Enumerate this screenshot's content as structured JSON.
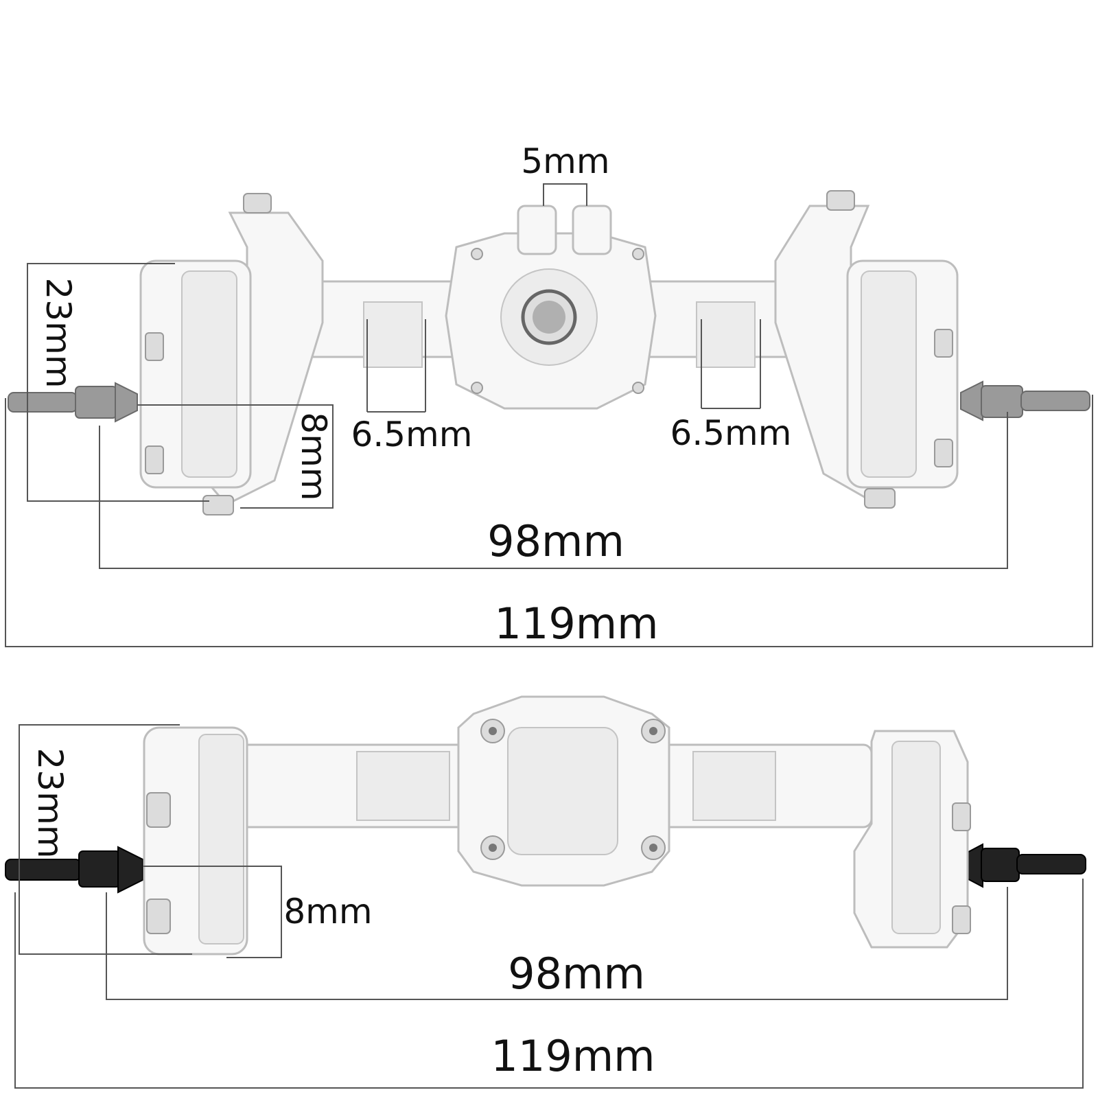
{
  "colors": {
    "background": "#ffffff",
    "part_body": "#f7f7f7",
    "part_outline": "#bdbdbd",
    "dimension_line": "#555555",
    "shaft_steel": "#9a9a9a",
    "shaft_black": "#222222"
  },
  "front_axle": {
    "dimensions": {
      "top_pin": "5mm",
      "tube_left": "6.5mm",
      "tube_right": "6.5mm",
      "hub_height": "23mm",
      "shaft_offset": "8mm",
      "hub_span": "98mm",
      "overall_width": "119mm"
    }
  },
  "rear_axle": {
    "dimensions": {
      "hub_height": "23mm",
      "shaft_offset": "8mm",
      "hub_span": "98mm",
      "overall_width": "119mm"
    }
  }
}
